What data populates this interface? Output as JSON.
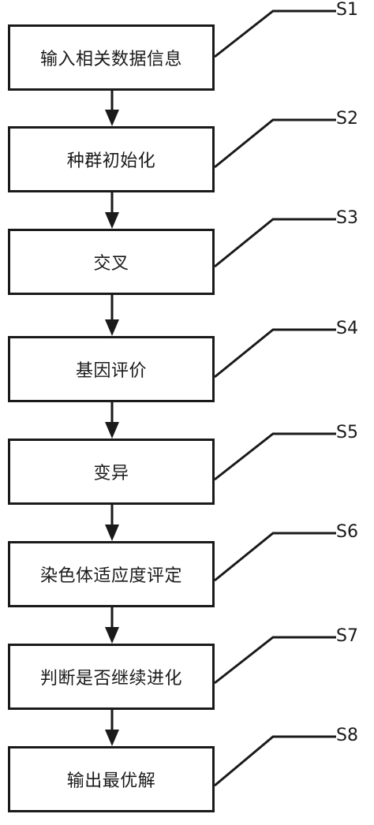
{
  "steps": [
    {
      "id": "S1",
      "text": "输入相关数据信息"
    },
    {
      "id": "S2",
      "text": "种群初始化"
    },
    {
      "id": "S3",
      "text": "交叉"
    },
    {
      "id": "S4",
      "text": "基因评价"
    },
    {
      "id": "S5",
      "text": "变异"
    },
    {
      "id": "S6",
      "text": "染色体适应度评定"
    },
    {
      "id": "S7",
      "text": "判断是否继续进化"
    },
    {
      "id": "S8",
      "text": "输出最优解"
    }
  ],
  "colors": {
    "stroke": "#1a1a1a",
    "background": "#ffffff"
  }
}
